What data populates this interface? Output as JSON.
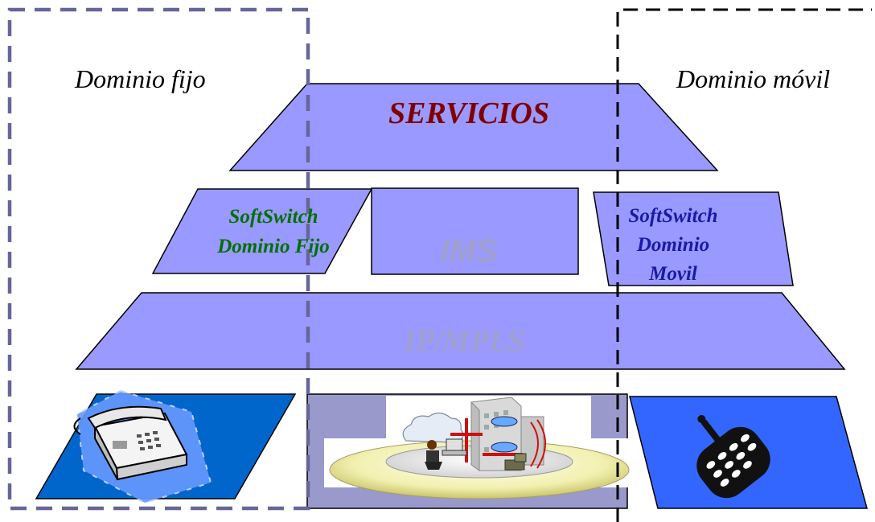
{
  "domains": {
    "fixed_label": "Dominio fijo",
    "mobile_label": "Dominio móvil"
  },
  "layers": {
    "services": "SERVICIOS",
    "softswitch_fixed": {
      "line1": "SoftSwitch",
      "line2": "Dominio Fijo"
    },
    "ims": "IMS",
    "softswitch_mobile": {
      "line1": "SoftSwitch",
      "line2": "Dominio",
      "line3": "Movil"
    },
    "transport": "IP/MPLS"
  },
  "colors": {
    "layer_fill": "#9999ff",
    "services_text": "#800000",
    "softswitch_fixed_text": "#007000",
    "softswitch_mobile_text": "#1a1aa8",
    "faded_text": "#a0a0cf",
    "fixed_dash": "#666699",
    "mobile_dash": "#000000",
    "access_fixed_fill": "#0066cc",
    "access_mobile_fill": "#3366ff",
    "access_center_fill": "#9999cc"
  },
  "icons": {
    "fixed_access": "desk-phone-icon",
    "enterprise_access": "office-network-icon",
    "mobile_access": "mobile-phone-icon"
  }
}
